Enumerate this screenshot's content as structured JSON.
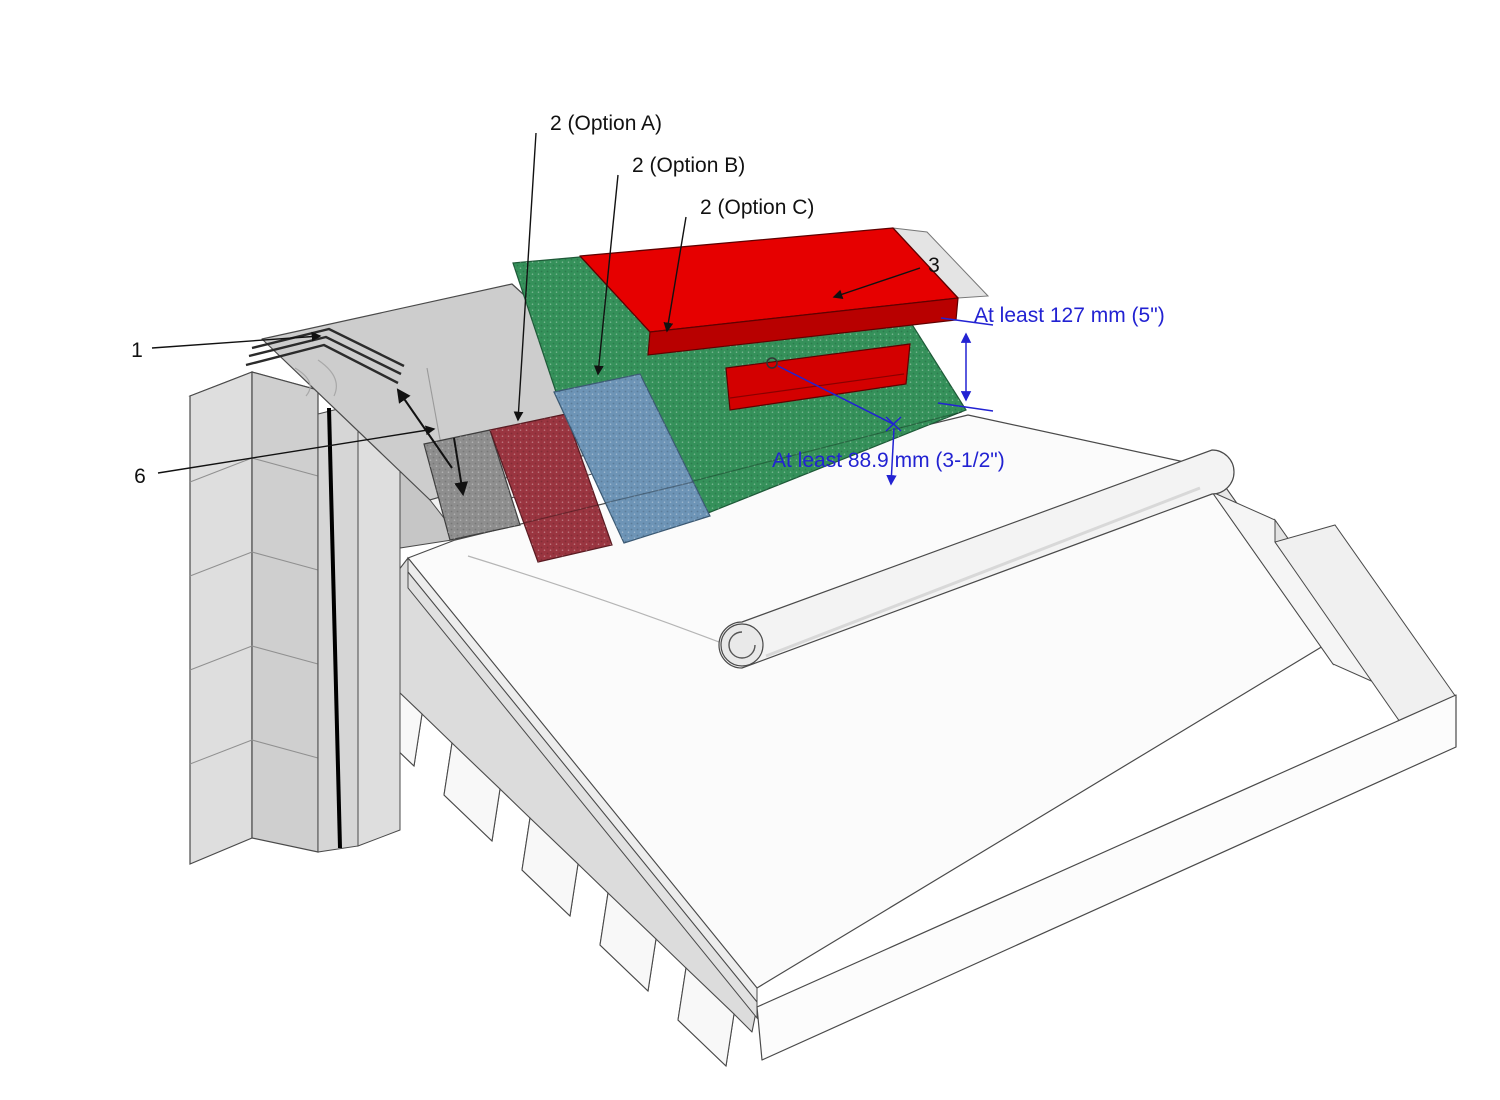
{
  "figure": {
    "callouts": {
      "item1": "1",
      "item6": "6",
      "item2a": "2 (Option A)",
      "item2b": "2 (Option B)",
      "item2c": "2 (Option C)",
      "item3": "3"
    },
    "dimensions": {
      "height_min": "At least 127 mm (5\")",
      "offset_min": "At least 88.9 mm (3-1/2\")"
    },
    "colors": {
      "membrane_option_a": "#9a3540",
      "membrane_option_b": "#6d94b6",
      "membrane_option_c": "#35915a",
      "cap_top": "#e60000",
      "cap_face": "#b80000",
      "cap_drip": "#d30000",
      "dimension_blue": "#2222d2",
      "callout_text": "#111111"
    }
  }
}
